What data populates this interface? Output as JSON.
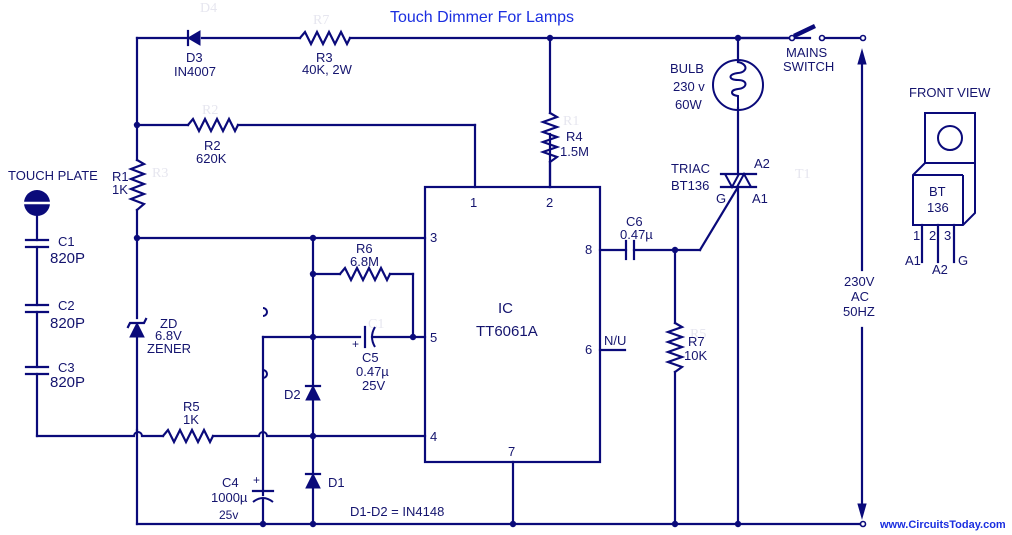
{
  "title": "Touch Dimmer For Lamps",
  "website": "www.CircuitsToday.com",
  "colors": {
    "wire": "#0a0a7a",
    "title": "#1a2ee0",
    "label": "#14146e"
  },
  "components": {
    "d3": {
      "ref": "D3",
      "value": "IN4007"
    },
    "r3": {
      "ref": "R3",
      "value": "40K, 2W"
    },
    "r2": {
      "ref": "R2",
      "value": "620K"
    },
    "r1": {
      "ref": "R1",
      "value": "1K"
    },
    "r4": {
      "ref": "R4",
      "value": "1.5M"
    },
    "r5": {
      "ref": "R5",
      "value": "1K"
    },
    "r6": {
      "ref": "R6",
      "value": "6.8M"
    },
    "r7": {
      "ref": "R7",
      "value": "10K"
    },
    "c1": {
      "ref": "C1",
      "value": "820P"
    },
    "c2": {
      "ref": "C2",
      "value": "820P"
    },
    "c3": {
      "ref": "C3",
      "value": "820P"
    },
    "c4": {
      "ref": "C4",
      "value": "1000µ",
      "voltage": "25v"
    },
    "c5": {
      "ref": "C5",
      "value": "0.47µ",
      "voltage": "25V"
    },
    "c6": {
      "ref": "C6",
      "value": "0.47µ"
    },
    "zd": {
      "ref": "ZD",
      "value": "6.8V",
      "type": "ZENER"
    },
    "d1": {
      "ref": "D1"
    },
    "d2": {
      "ref": "D2"
    },
    "diode_note": "D1-D2 = IN4148",
    "touch_plate": "TOUCH PLATE",
    "bulb": {
      "ref": "BULB",
      "voltage": "230 v",
      "power": "60W"
    },
    "switch": {
      "line1": "MAINS",
      "line2": "SWITCH"
    },
    "triac": {
      "ref": "TRIAC",
      "value": "BT136",
      "a2": "A2",
      "a1": "A1",
      "g": "G"
    },
    "ic": {
      "ref": "IC",
      "value": "TT6061A",
      "nu": "N/U",
      "pins": [
        "1",
        "2",
        "3",
        "4",
        "5",
        "6",
        "7",
        "8"
      ]
    },
    "supply": {
      "line1": "230V",
      "line2": "AC",
      "line3": "50HZ"
    },
    "plus": "+"
  },
  "front_view": {
    "title": "FRONT VIEW",
    "body_line1": "BT",
    "body_line2": "136",
    "pins": [
      {
        "num": "1",
        "name": "A1"
      },
      {
        "num": "2",
        "name": "A2"
      },
      {
        "num": "3",
        "name": "G"
      }
    ]
  },
  "ghost_labels": [
    "D4",
    "R7",
    "R2",
    "R3",
    "R1",
    "T1",
    "R5",
    "C1"
  ]
}
